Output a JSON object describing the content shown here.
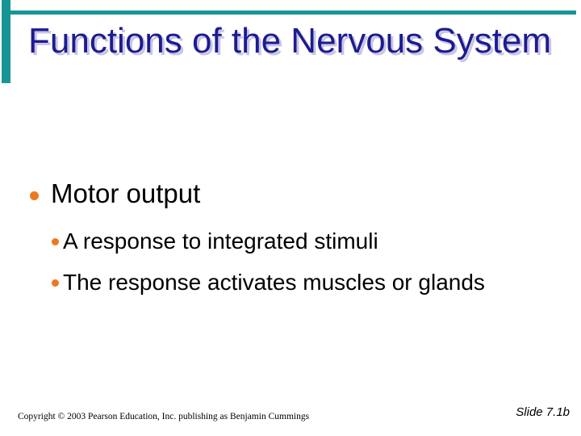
{
  "slide": {
    "title": "Functions of the Nervous System",
    "bullets": [
      {
        "text": "Motor output",
        "children": [
          "A response to integrated stimuli",
          "The response activates muscles or glands"
        ]
      }
    ],
    "footer": {
      "copyright": "Copyright © 2003 Pearson Education, Inc. publishing as Benjamin Cummings",
      "slide_label": "Slide 7.1b"
    },
    "colors": {
      "accent_teal": "#179595",
      "title_navy": "#1C1C90",
      "title_shadow": "#C9C4E6",
      "bullet_orange": "#F0771E",
      "body_text": "#000000"
    }
  }
}
